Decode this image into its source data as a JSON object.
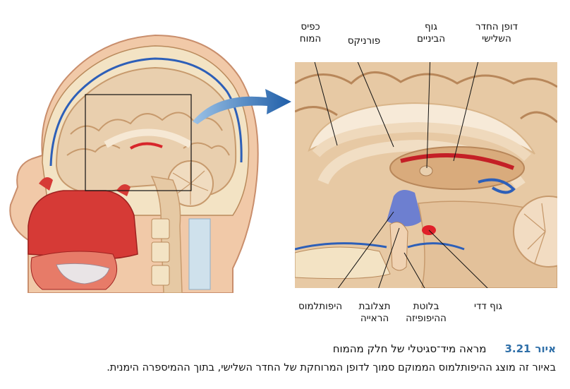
{
  "labels": {
    "corpus_callosum": [
      "כפיס",
      "המוח"
    ],
    "fornix": "פורניקס",
    "thalamus": [
      "גוף",
      "הביניים"
    ],
    "third_ventricle_wall": [
      "דופן החדר",
      "השלישי"
    ],
    "hypothalamus": "היפותלמוס",
    "optic_chiasm": [
      "תצלובת",
      "הראייה"
    ],
    "pituitary": [
      "בלוטת",
      "ההיפופיזה"
    ],
    "mammillary_body": "גוף דדי"
  },
  "caption": {
    "word": "איור",
    "number": "3.21",
    "title": "מראה מיד־סגיטלי של חלק מהמוח",
    "text": "באיור זה מוצג ההיפותלמוס הממוקם סמוך לדופן המרוחקת של החדר השלישי, בתוך ההמיספרה הימנית."
  },
  "colors": {
    "accent": "#2f6fa8",
    "brain": "#e9cfae",
    "brain_dark": "#c79a6d",
    "vessel_blue": "#2d5fb8",
    "vessel_red": "#d7262b",
    "tissue_red": "#d63a36",
    "bone": "#f3e3c4"
  }
}
